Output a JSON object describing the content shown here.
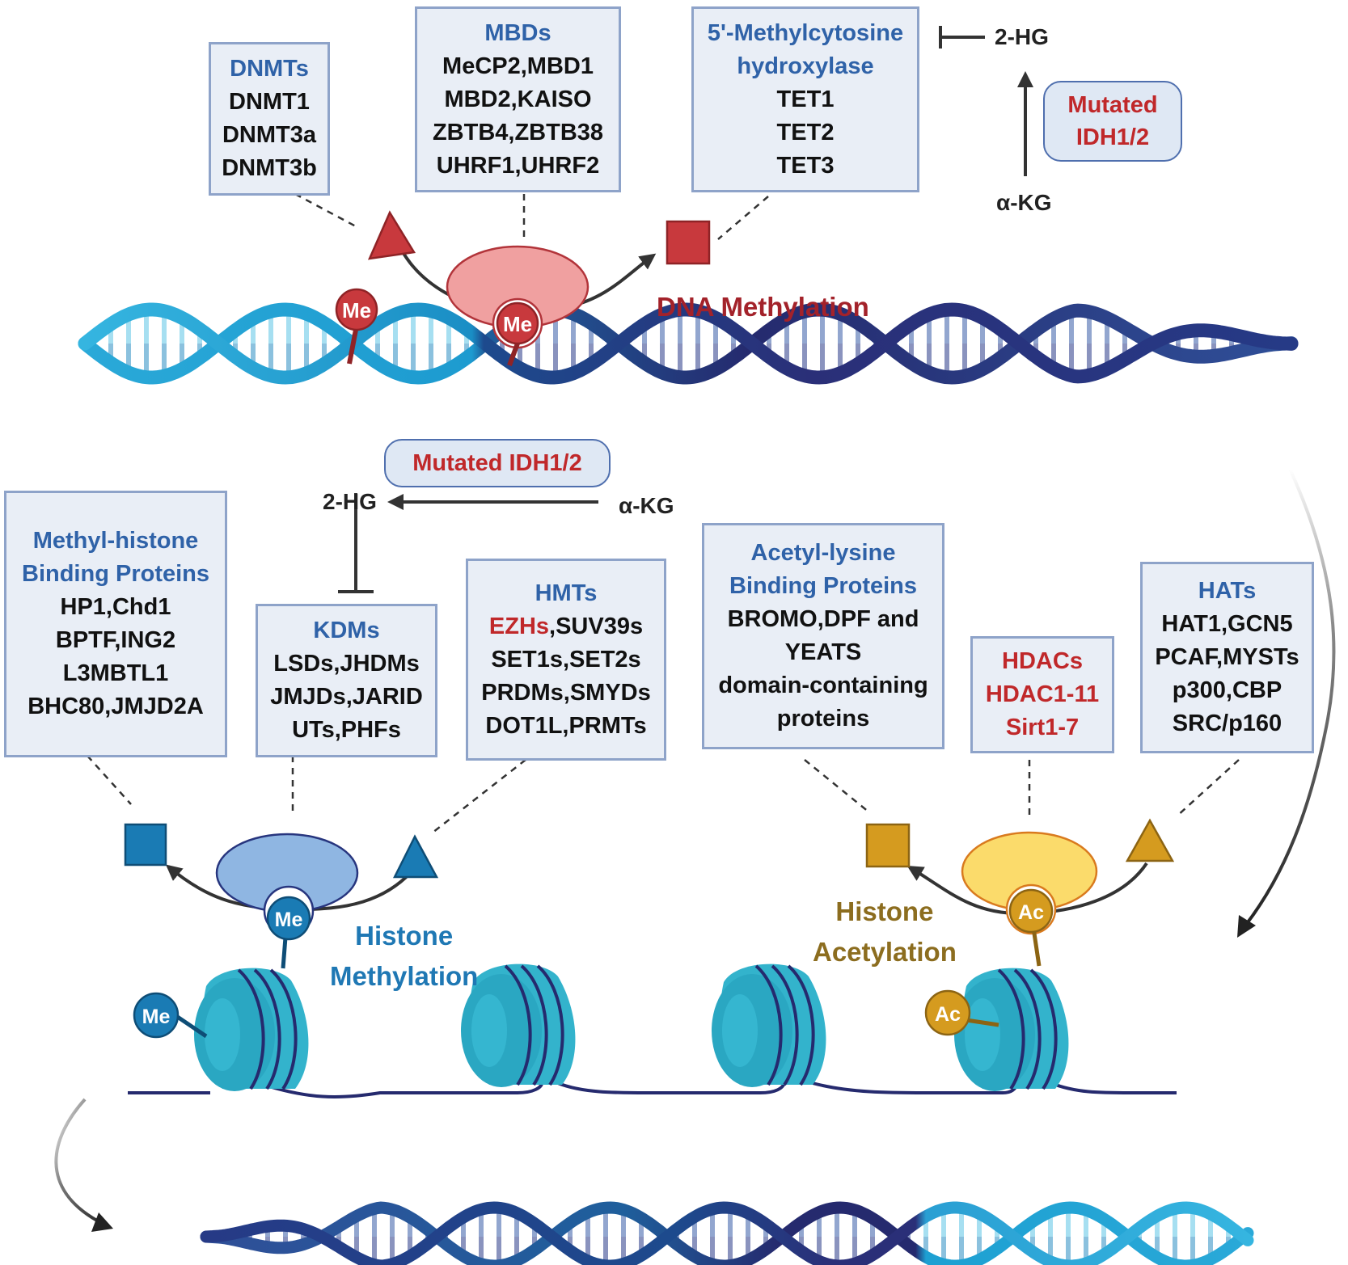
{
  "dna_methylation": {
    "title": "DNA Methylation",
    "dnmts": {
      "title": "DNMTs",
      "items": [
        "DNMT1",
        "DNMT3a",
        "DNMT3b"
      ]
    },
    "mbds": {
      "title": "MBDs",
      "items": [
        "MeCP2,MBD1",
        "MBD2,KAISO",
        "ZBTB4,ZBTB38",
        "UHRF1,UHRF2"
      ]
    },
    "tet": {
      "title_line1": "5'-Methylcytosine",
      "title_line2": "hydroxylase",
      "items": [
        "TET1",
        "TET2",
        "TET3"
      ]
    },
    "idh": {
      "line1": "Mutated",
      "line2": "IDH1/2",
      "product": "2-HG",
      "substrate": "α-KG"
    },
    "me_label": "Me"
  },
  "histone_methylation": {
    "title_line1": "Histone",
    "title_line2": "Methylation",
    "binding": {
      "title_line1": "Methyl-histone",
      "title_line2": "Binding Proteins",
      "items": [
        "HP1,Chd1",
        "BPTF,ING2",
        "L3MBTL1",
        "BHC80,JMJD2A"
      ]
    },
    "kdms": {
      "title": "KDMs",
      "items": [
        "LSDs,JHDMs",
        "JMJDs,JARID",
        "UTs,PHFs"
      ]
    },
    "hmts": {
      "title": "HMTs",
      "first_red": "EZHs",
      "first_rest": ",SUV39s",
      "items": [
        "SET1s,SET2s",
        "PRDMs,SMYDs",
        "DOT1L,PRMTs"
      ]
    },
    "idh": {
      "label": "Mutated IDH1/2",
      "product": "2-HG",
      "substrate": "α-KG"
    },
    "me_label": "Me"
  },
  "histone_acetylation": {
    "title_line1": "Histone",
    "title_line2": "Acetylation",
    "binding": {
      "title_line1": "Acetyl-lysine",
      "title_line2": "Binding Proteins",
      "items": [
        "BROMO,DPF and",
        "YEATS",
        "domain-containing",
        "proteins"
      ]
    },
    "hdacs": {
      "title": "HDACs",
      "items": [
        "HDAC1-11",
        "Sirt1-7"
      ]
    },
    "hats": {
      "title": "HATs",
      "items": [
        "HAT1,GCN5",
        "PCAF,MYSTs",
        "p300,CBP",
        "SRC/p160"
      ]
    },
    "ac_label": "Ac"
  },
  "colors": {
    "dna_light": "#29a9d6",
    "dna_mid": "#1f6fa5",
    "dna_dark": "#252a6e",
    "methyl_red": "#c8393d",
    "methyl_pink": "#f0a0a0",
    "histone_blue": "#1f78b4",
    "histone_enzyme": "#8fb6e2",
    "acetyl_gold": "#d59b1f",
    "acetyl_enzyme": "#fbdb6b",
    "nucleosome": "#33b3cc",
    "box_fill": "#e9eef6",
    "box_border": "#8ea3c9",
    "title_blue": "#2f62a8",
    "label_red": "#c0282a",
    "dna_title_red": "#a3222a",
    "acetyl_title": "#8c6d1f"
  }
}
